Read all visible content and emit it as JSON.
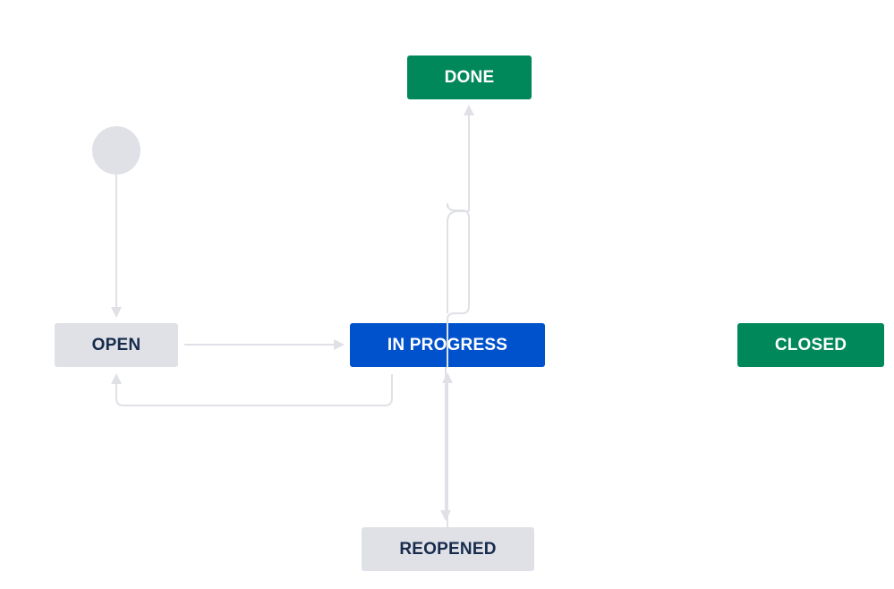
{
  "colors": {
    "connector": "#dfe1e6",
    "todo_bg": "#dfe1e6",
    "todo_text": "#172b4d",
    "in_progress_bg": "#0052cc",
    "done_bg": "#00875a",
    "light_text": "#ffffff"
  },
  "workflow": {
    "start_node": {
      "icon": "start-circle"
    },
    "statuses": {
      "open": "OPEN",
      "in_progress": "IN PROGRESS",
      "done": "DONE",
      "closed": "CLOSED",
      "reopened": "REOPENED"
    },
    "transitions": [
      {
        "from": "start",
        "to": "OPEN"
      },
      {
        "from": "OPEN",
        "to": "IN PROGRESS"
      },
      {
        "from": "IN PROGRESS",
        "to": "OPEN"
      },
      {
        "from": "IN PROGRESS",
        "to": "DONE"
      },
      {
        "from": "IN PROGRESS",
        "to": "REOPENED"
      },
      {
        "from": "REOPENED",
        "to": "IN PROGRESS"
      }
    ]
  }
}
